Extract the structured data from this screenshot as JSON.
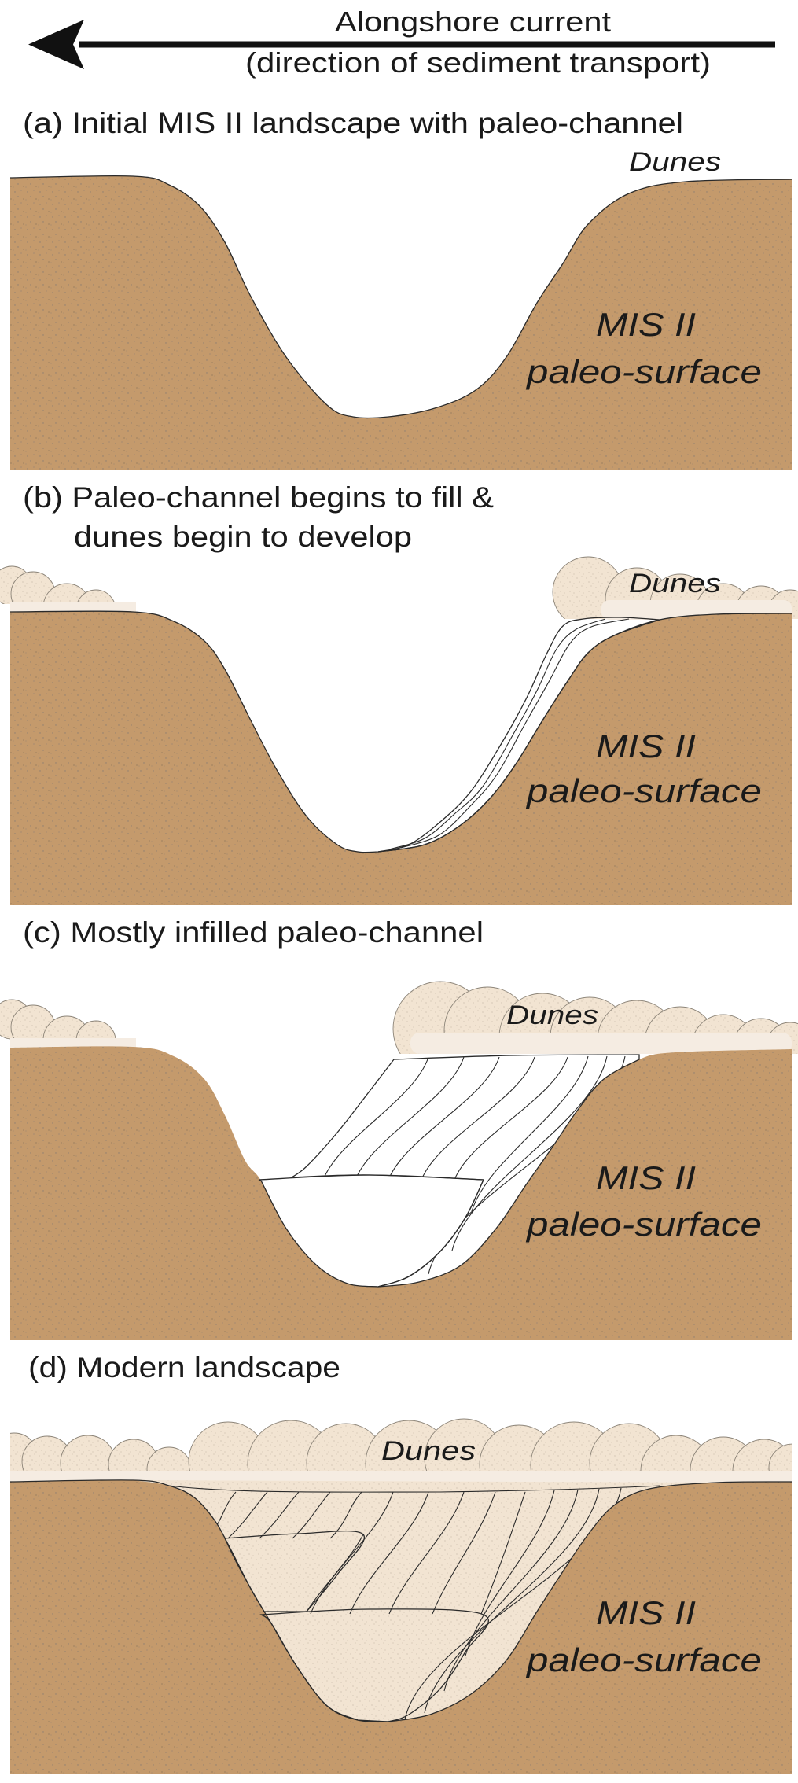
{
  "header": {
    "title": "Alongshore current",
    "subtitle": "(direction of sediment transport)",
    "arrow_direction": "left"
  },
  "panels": {
    "a": {
      "label": "(a) Initial MIS II landscape with paleo-channel",
      "dunes": "Dunes",
      "unit_line1": "MIS II",
      "unit_line2": "paleo-surface"
    },
    "b": {
      "label_line1": "(b) Paleo-channel begins to fill &",
      "label_line2": "dunes begin to develop",
      "dunes": "Dunes",
      "unit_line1": "MIS II",
      "unit_line2": "paleo-surface"
    },
    "c": {
      "label": "(c) Mostly infilled paleo-channel",
      "dunes": "Dunes",
      "unit_line1": "MIS II",
      "unit_line2": "paleo-surface"
    },
    "d": {
      "label": "(d) Modern landscape",
      "dunes": "Dunes",
      "unit_line1": "MIS II",
      "unit_line2": "paleo-surface"
    }
  },
  "colors": {
    "paleo_surface": "#C49A6C",
    "sand_fill": "#F2E4D2",
    "basal_fill": "#D6C3AD",
    "dune_band": "#F5ECE2"
  }
}
